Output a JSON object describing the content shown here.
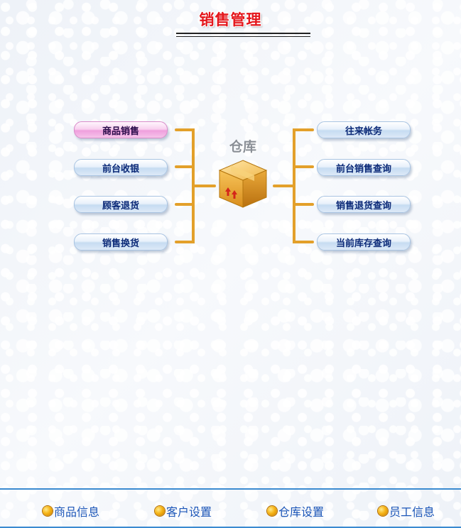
{
  "page_title": "销售管理",
  "warehouse_label": "仓库",
  "left_buttons": [
    {
      "label": "商品销售"
    },
    {
      "label": "前台收银"
    },
    {
      "label": "顾客退货"
    },
    {
      "label": "销售换货"
    }
  ],
  "right_buttons": [
    {
      "label": "往来帐务"
    },
    {
      "label": "前台销售查询"
    },
    {
      "label": "销售退货查询"
    },
    {
      "label": "当前库存查询"
    }
  ],
  "footer_links": [
    {
      "label": "商品信息"
    },
    {
      "label": "客户设置"
    },
    {
      "label": "仓库设置"
    },
    {
      "label": "员工信息"
    }
  ],
  "colors": {
    "title": "#e4161b",
    "button_text": "#0c2a78",
    "active_button": "#ef9fdd",
    "bracket": "#e3a02a",
    "footer_link": "#1c56b8",
    "footer_rule": "#3a8ad0"
  }
}
